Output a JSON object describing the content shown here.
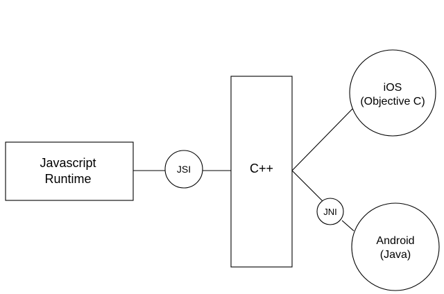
{
  "diagram": {
    "nodes": {
      "js_runtime": {
        "label_line1": "Javascript",
        "label_line2": "Runtime"
      },
      "jsi": {
        "label": "JSI"
      },
      "cpp": {
        "label": "C++"
      },
      "jni": {
        "label": "JNI"
      },
      "ios": {
        "label_line1": "iOS",
        "label_line2": "(Objective C)"
      },
      "android": {
        "label_line1": "Android",
        "label_line2": "(Java)"
      }
    },
    "edges": [
      {
        "from": "js_runtime",
        "to": "jsi"
      },
      {
        "from": "jsi",
        "to": "cpp"
      },
      {
        "from": "cpp",
        "to": "ios"
      },
      {
        "from": "cpp",
        "to": "jni"
      },
      {
        "from": "jni",
        "to": "android"
      }
    ]
  }
}
